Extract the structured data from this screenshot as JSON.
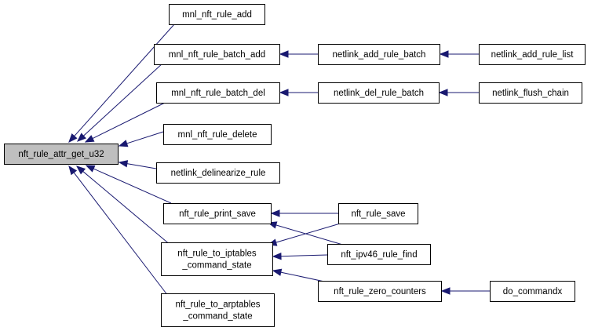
{
  "graph": {
    "nodes": [
      {
        "id": "root",
        "lines": [
          "nft_rule_attr_get_u32"
        ],
        "root": true
      },
      {
        "id": "add",
        "lines": [
          "mnl_nft_rule_add"
        ]
      },
      {
        "id": "batch_add",
        "lines": [
          "mnl_nft_rule_batch_add"
        ]
      },
      {
        "id": "batch_del",
        "lines": [
          "mnl_nft_rule_batch_del"
        ]
      },
      {
        "id": "delete",
        "lines": [
          "mnl_nft_rule_delete"
        ]
      },
      {
        "id": "delin",
        "lines": [
          "netlink_delinearize_rule"
        ]
      },
      {
        "id": "print_save",
        "lines": [
          "nft_rule_print_save"
        ]
      },
      {
        "id": "to_ipt",
        "lines": [
          "nft_rule_to_iptables",
          "_command_state"
        ]
      },
      {
        "id": "to_arpt",
        "lines": [
          "nft_rule_to_arptables",
          "_command_state"
        ]
      },
      {
        "id": "nl_add_batch",
        "lines": [
          "netlink_add_rule_batch"
        ]
      },
      {
        "id": "nl_del_batch",
        "lines": [
          "netlink_del_rule_batch"
        ]
      },
      {
        "id": "rule_save",
        "lines": [
          "nft_rule_save"
        ]
      },
      {
        "id": "ipv46_find",
        "lines": [
          "nft_ipv46_rule_find"
        ]
      },
      {
        "id": "zero_counters",
        "lines": [
          "nft_rule_zero_counters"
        ]
      },
      {
        "id": "nl_add_list",
        "lines": [
          "netlink_add_rule_list"
        ]
      },
      {
        "id": "flush_chain",
        "lines": [
          "netlink_flush_chain"
        ]
      },
      {
        "id": "do_commandx",
        "lines": [
          "do_commandx"
        ]
      }
    ],
    "edges": [
      {
        "from": "add",
        "to": "root"
      },
      {
        "from": "batch_add",
        "to": "root"
      },
      {
        "from": "batch_del",
        "to": "root"
      },
      {
        "from": "delete",
        "to": "root"
      },
      {
        "from": "delin",
        "to": "root"
      },
      {
        "from": "print_save",
        "to": "root"
      },
      {
        "from": "to_ipt",
        "to": "root"
      },
      {
        "from": "to_arpt",
        "to": "root"
      },
      {
        "from": "nl_add_batch",
        "to": "batch_add"
      },
      {
        "from": "nl_add_list",
        "to": "nl_add_batch"
      },
      {
        "from": "nl_del_batch",
        "to": "batch_del"
      },
      {
        "from": "flush_chain",
        "to": "nl_del_batch"
      },
      {
        "from": "rule_save",
        "to": "print_save"
      },
      {
        "from": "ipv46_find",
        "to": "print_save"
      },
      {
        "from": "rule_save",
        "to": "to_ipt"
      },
      {
        "from": "ipv46_find",
        "to": "to_ipt"
      },
      {
        "from": "zero_counters",
        "to": "to_ipt"
      },
      {
        "from": "do_commandx",
        "to": "zero_counters"
      }
    ]
  },
  "colors": {
    "edge": "#191970",
    "root_fill": "#bfbfbf",
    "node_fill": "#ffffff",
    "node_border": "#000000"
  }
}
